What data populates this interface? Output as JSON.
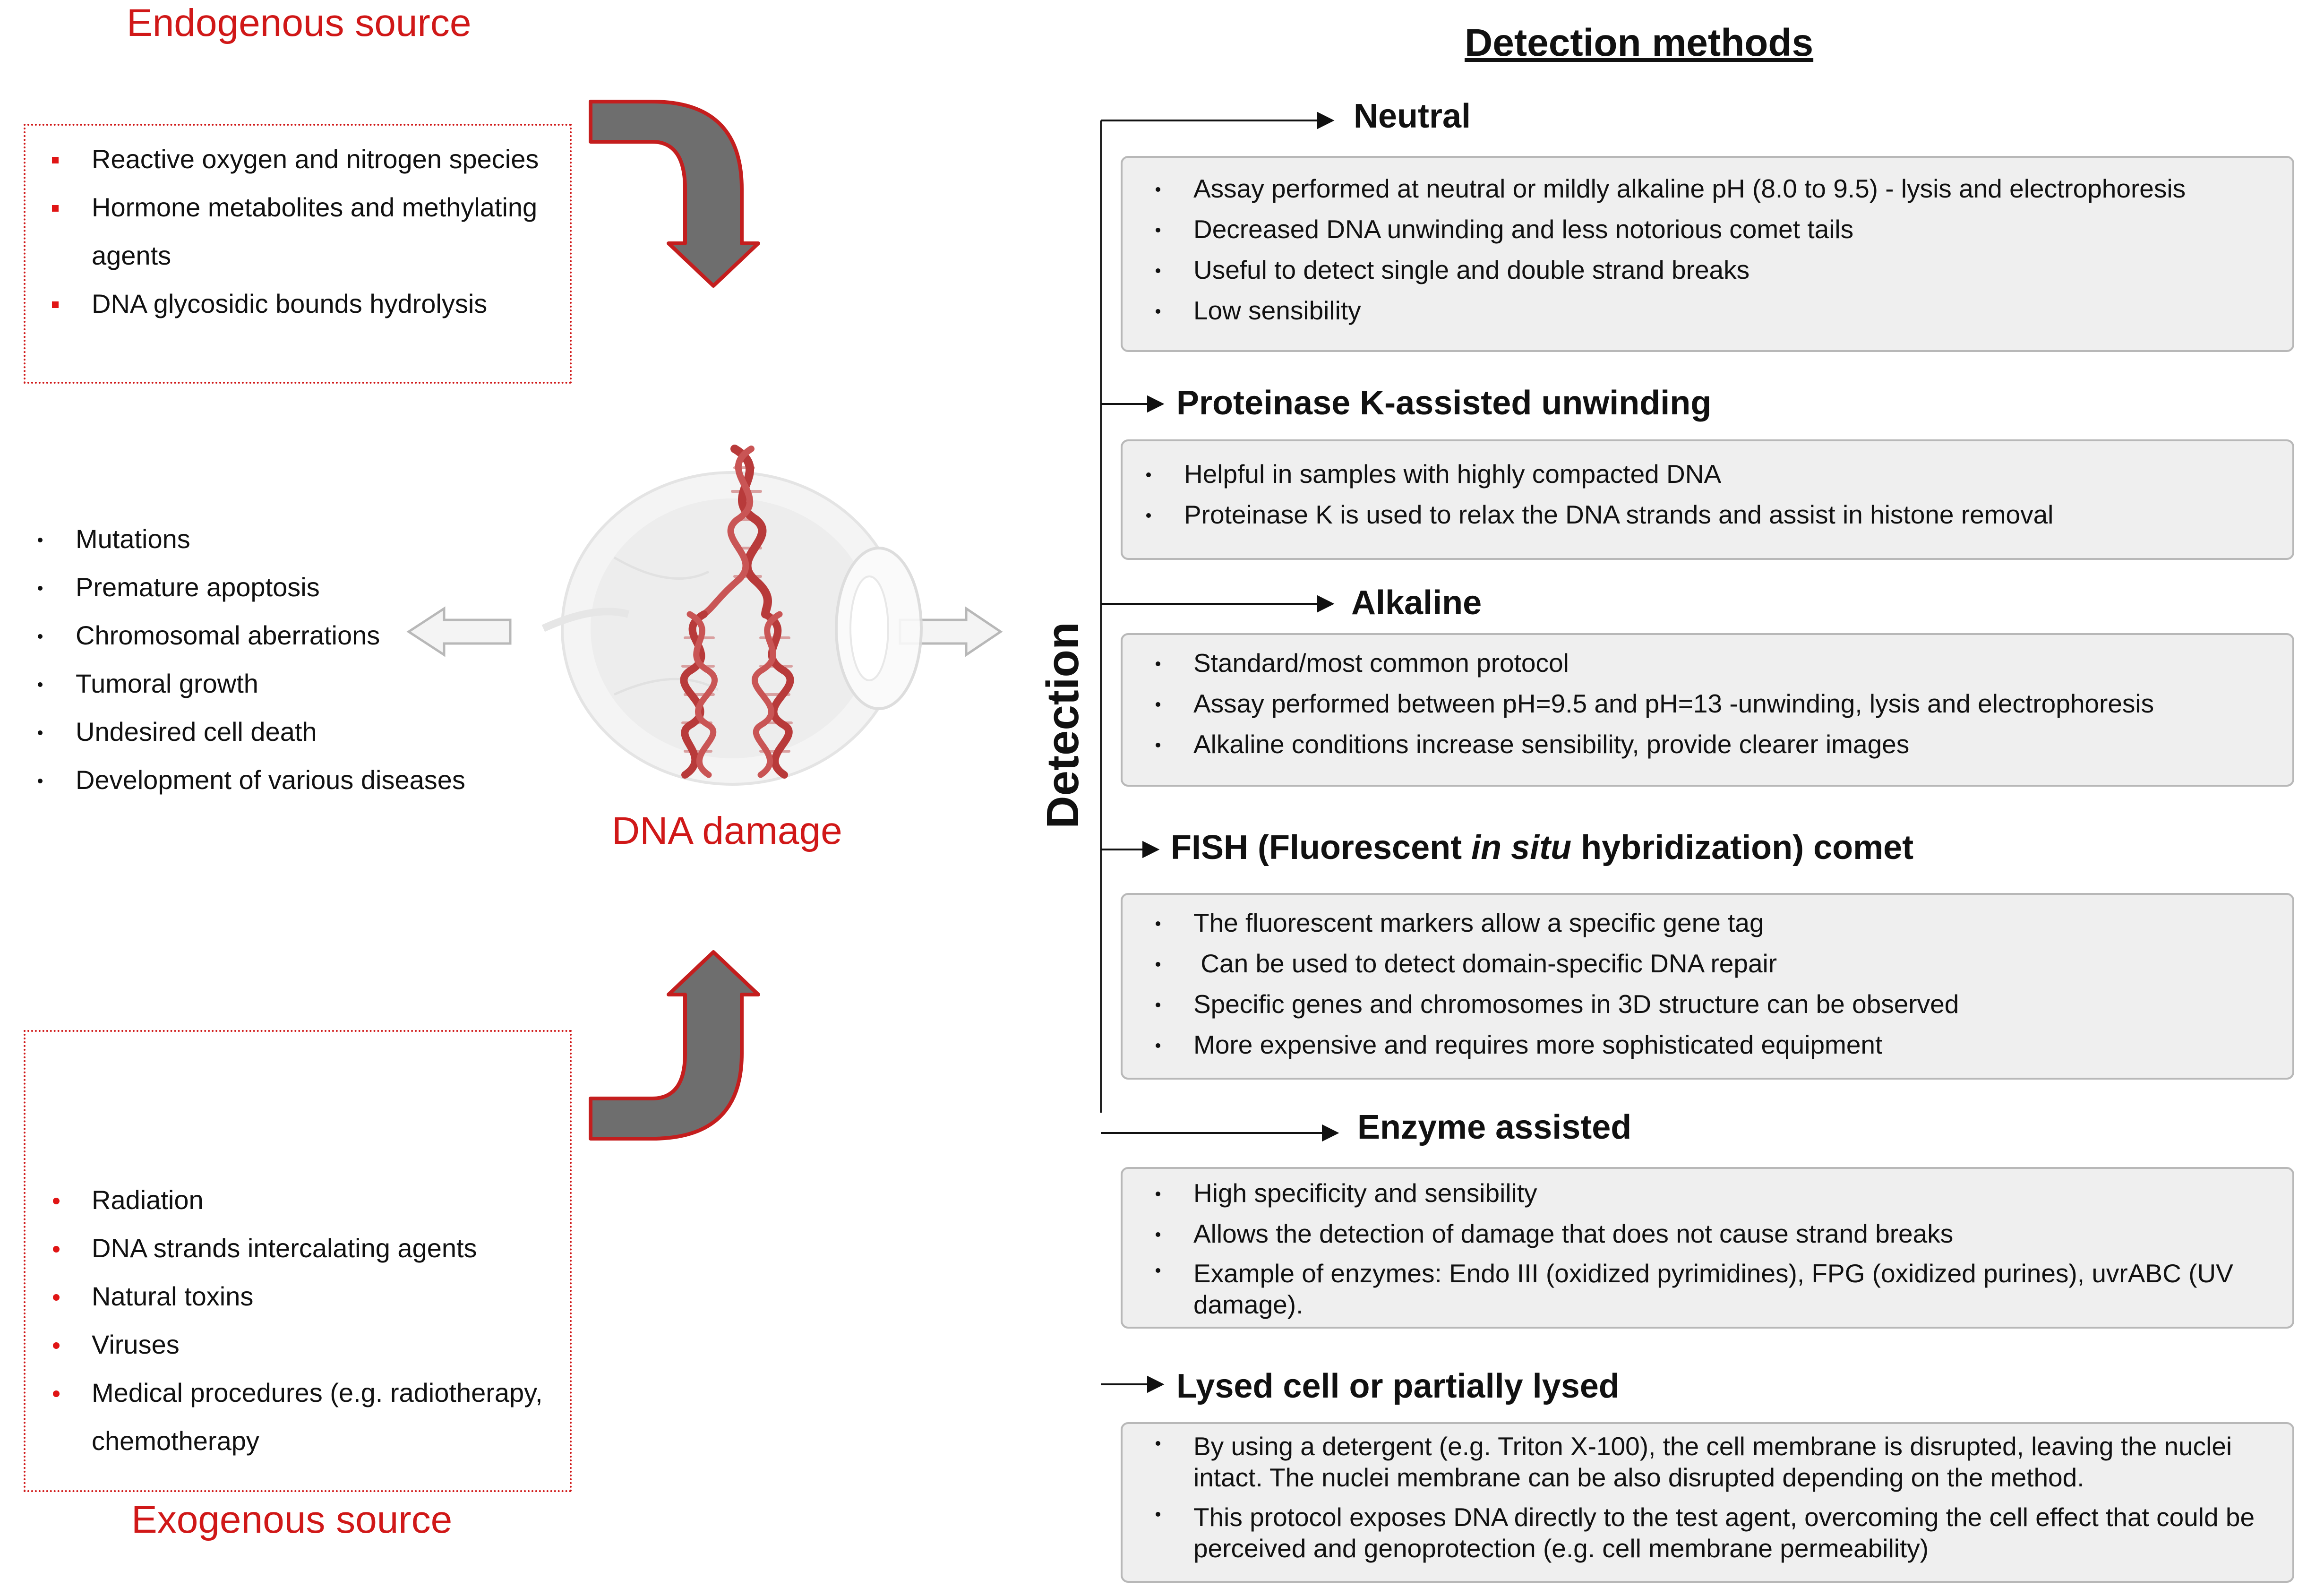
{
  "endogenous": {
    "title": "Endogenous source",
    "items": [
      "Reactive oxygen and nitrogen species",
      "Hormone metabolites and methylating",
      "agents",
      "DNA glycosidic bounds hydrolysis"
    ]
  },
  "exogenous": {
    "title": "Exogenous source",
    "items": [
      "Radiation",
      "DNA strands intercalating agents",
      "Natural toxins",
      "Viruses",
      "Medical procedures (e.g. radiotherapy,",
      "chemotherapy"
    ]
  },
  "effects": {
    "items": [
      "Mutations",
      "Premature apoptosis",
      "Chromosomal aberrations",
      "Tumoral growth",
      "Undesired cell death",
      "Development of various diseases"
    ]
  },
  "center": {
    "label": "DNA damage"
  },
  "detection": {
    "heading": "Detection methods",
    "axis_label": "Detection",
    "methods": [
      {
        "title": "Neutral",
        "items": [
          "Assay performed at neutral or mildly alkaline pH (8.0 to 9.5) - lysis and  electrophoresis",
          "Decreased DNA unwinding and less notorious comet tails",
          "Useful to detect single and double strand breaks",
          "Low sensibility"
        ]
      },
      {
        "title": "Proteinase K-assisted unwinding",
        "items": [
          "Helpful in samples with highly compacted DNA",
          "Proteinase K is used to relax the DNA strands and assist in histone removal"
        ]
      },
      {
        "title": "Alkaline",
        "items": [
          "Standard/most common protocol",
          "Assay performed between pH=9.5 and pH=13 -unwinding, lysis and electrophoresis",
          "Alkaline conditions increase sensibility, provide clearer images"
        ]
      },
      {
        "title_parts": [
          "FISH (Fluorescent ",
          "in situ",
          " hybridization) comet"
        ],
        "items": [
          "The fluorescent markers allow a specific gene tag",
          " Can be used to detect domain-specific DNA repair",
          "Specific genes and chromosomes in 3D structure can be observed",
          "More expensive and requires more sophisticated equipment"
        ]
      },
      {
        "title": "Enzyme assisted",
        "items": [
          "High specificity and sensibility",
          "Allows the detection of damage that does not cause strand breaks",
          "Example of enzymes: Endo III (oxidized pyrimidines), FPG (oxidized purines), uvrABC (UV damage)."
        ]
      },
      {
        "title": "Lysed cell or partially lysed",
        "items": [
          "By using a detergent (e.g. Triton X-100), the cell membrane is disrupted, leaving the nuclei intact. The nuclei membrane can be also disrupted depending on the method.",
          "This protocol exposes DNA directly to the test agent, overcoming the cell effect that could be perceived and genoprotection (e.g. cell membrane permeability)"
        ]
      }
    ]
  },
  "colors": {
    "accent_red": "#d01818",
    "arrow_gray": "#6e6e6e",
    "box_fill": "#efefef",
    "box_border": "#b8b8b8",
    "dna_red": "#b83a3a"
  }
}
